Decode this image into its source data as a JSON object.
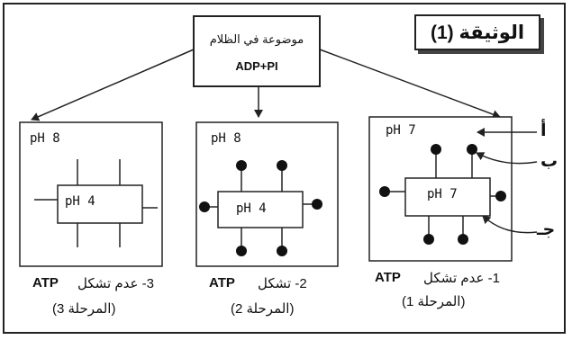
{
  "document": {
    "title": "الوثيقة (1)"
  },
  "top_box": {
    "line1": "موضوعة في الظلام",
    "line2": "ADP+PI"
  },
  "stages": [
    {
      "outer_ph": "pH 7",
      "inner_ph": "pH 7",
      "caption_ar": "1- عدم تشكل",
      "caption_atp": "ATP",
      "stage_label": "(المرحلة 1)"
    },
    {
      "outer_ph": "pH 8",
      "inner_ph": "pH 4",
      "caption_ar": "2- تشكل",
      "caption_atp": "ATP",
      "stage_label": "(المرحلة 2)"
    },
    {
      "outer_ph": "pH 8",
      "inner_ph": "pH 4",
      "caption_ar": "3- عدم تشكل",
      "caption_atp": "ATP",
      "stage_label": "(المرحلة 3)"
    }
  ],
  "annotations": {
    "a": "أ",
    "b": "ب",
    "j": "جـ"
  }
}
